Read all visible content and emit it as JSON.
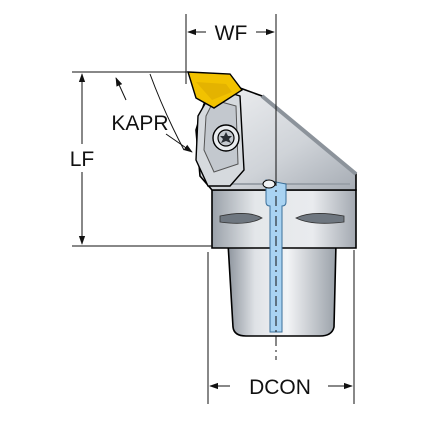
{
  "dimensions": {
    "wf": "WF",
    "lf": "LF",
    "kapr": "KAPR",
    "dcon": "DCON"
  },
  "colors": {
    "insert": "#f2c200",
    "body_light": "#e7e9ec",
    "body_mid": "#b9bec5",
    "body_dark": "#7d848d",
    "coolant": "#a9d3f2",
    "outline": "#000000"
  }
}
